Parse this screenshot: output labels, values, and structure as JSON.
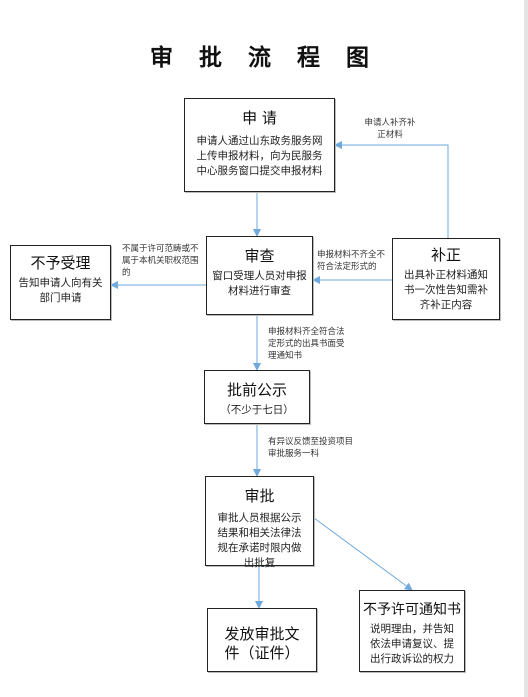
{
  "title": "审 批 流 程 图",
  "colors": {
    "arrow": "#6fa8dc",
    "border": "#222222"
  },
  "boxes": {
    "apply": {
      "head": "申 请",
      "body": "申请人通过山东政务服务网上传申报材料，向为民服务中心服务窗口提交申报材料"
    },
    "review": {
      "head": "审查",
      "body": "窗口受理人员对申报材料进行审查"
    },
    "reject": {
      "head": "不予受理",
      "body": "告知申请人向有关部门申请"
    },
    "supplement": {
      "head": "补正",
      "body": "出具补正材料通知书一次性告知需补齐补正内容"
    },
    "publicity": {
      "head": "批前公示",
      "body": "（不少于七日）"
    },
    "approve": {
      "head": "审批",
      "body": "审批人员根据公示结果和相关法律法规在承诺时限内做出批复"
    },
    "issue": {
      "head": "发放审批文件（证件）"
    },
    "deny": {
      "head": "不予许可通知书",
      "body": "说明理由，并告知依法申请复议、提出行政诉讼的权力"
    }
  },
  "notes": {
    "resubmit": "申请人补齐补正材料",
    "out_of_scope": "不属于许可范畴或不属于本机关职权范围的",
    "incomplete": "申报材料不齐全不符合法定形式的",
    "accepted": "申报材料齐全符合法定形式的出具书面受理通知书",
    "objection": "有异议反馈至投资项目审批服务一科"
  }
}
